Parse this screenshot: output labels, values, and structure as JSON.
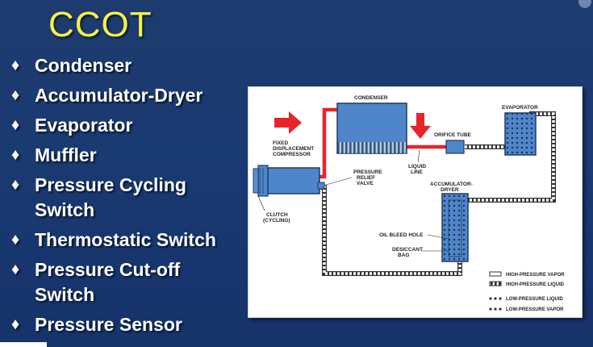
{
  "slide": {
    "title": "CCOT",
    "bullet_marker": "♦",
    "bullets": [
      "Condenser",
      "Accumulator-Dryer",
      "Evaporator",
      "Muffler",
      "Pressure Cycling\nSwitch",
      "Thermostatic Switch",
      "Pressure Cut-off\nSwitch",
      "Pressure Sensor"
    ]
  },
  "diagram": {
    "labels": {
      "condenser": "CONDENSER",
      "evaporator": "EVAPORATOR",
      "compressor_line1": "FIXED",
      "compressor_line2": "DISPLACEMENT",
      "compressor_line3": "COMPRESSOR",
      "orifice_tube": "ORIFICE TUBE",
      "pressure_relief_line1": "PRESSURE",
      "pressure_relief_line2": "RELIEF",
      "pressure_relief_line3": "VALVE",
      "liquid_line_line1": "LIQUID",
      "liquid_line_line2": "LINE",
      "accumulator_line1": "ACCUMULATOR-",
      "accumulator_line2": "DRYER",
      "clutch_line1": "CLUTCH",
      "clutch_line2": "(CYCLING)",
      "oil_bleed_hole": "OIL BLEED HOLE",
      "desiccant_line1": "DESICCANT",
      "desiccant_line2": "BAG"
    },
    "legend": [
      "HIGH-PRESSURE VAPOR",
      "HIGH-PRESSURE LIQUID",
      "LOW-PRESSURE LIQUID",
      "LOW-PRESSURE VAPOR"
    ],
    "colors": {
      "component_blue": "#4f86c9",
      "arrow_red": "#e8232a",
      "pipe_red": "#e8232a"
    }
  }
}
